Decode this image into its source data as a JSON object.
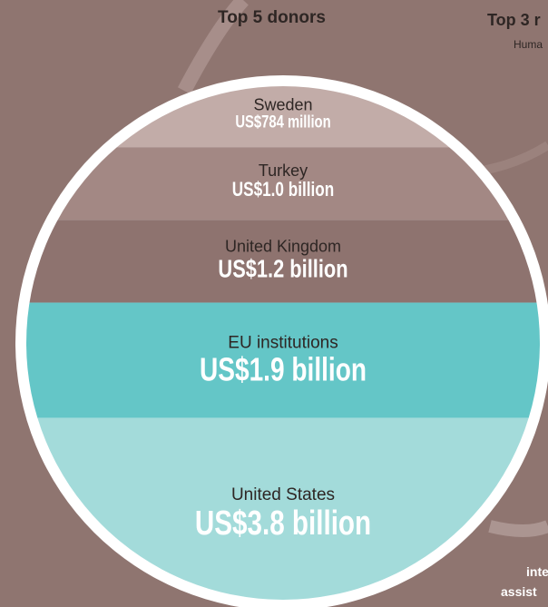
{
  "header": {
    "title": "Top 5 donors",
    "right_title": "Top 3 r",
    "right_subtitle": "Huma"
  },
  "footer_fragment": {
    "line1": "inte",
    "line2": "assist"
  },
  "colors": {
    "background": "#8f7570",
    "ring": "#ffffff",
    "sweden": "#c2aca8",
    "turkey": "#a38884",
    "uk": "#8e736f",
    "eu": "#64c6c7",
    "us": "#a3dbda",
    "label_dark": "#2e2624",
    "label_light": "#ffffff"
  },
  "chart_data": {
    "type": "bar",
    "title": "Top 5 donors",
    "categories": [
      "Sweden",
      "Turkey",
      "United Kingdom",
      "EU institutions",
      "United States"
    ],
    "values": [
      0.784,
      1.0,
      1.2,
      1.9,
      3.8
    ],
    "unit": "US$ billion",
    "value_labels": [
      "US$784 million",
      "US$1.0 billion",
      "US$1.2 billion",
      "US$1.9 billion",
      "US$3.8 billion"
    ],
    "xlabel": "",
    "ylabel": ""
  }
}
